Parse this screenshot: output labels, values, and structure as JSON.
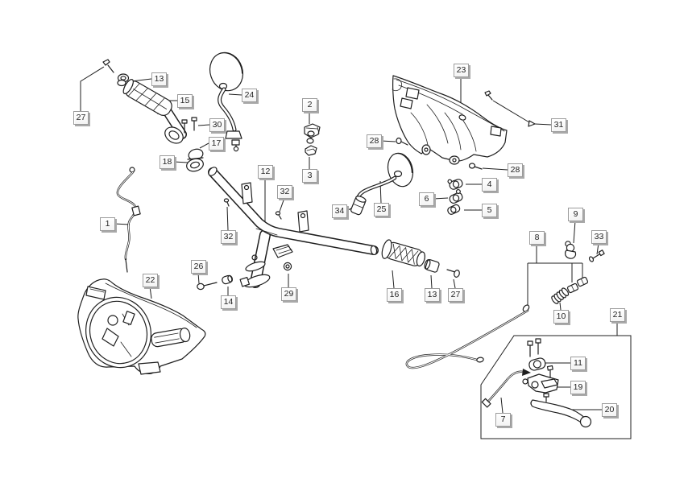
{
  "diagram": {
    "type": "exploded-parts-diagram",
    "background": "#ffffff",
    "line_color": "#1f1f1f",
    "callout_style": {
      "face": "#ffffff",
      "border": "#9b9b9b",
      "shadow": "#a9a9a9",
      "text": "#232323"
    }
  },
  "callouts": [
    {
      "label": "27"
    },
    {
      "label": "13"
    },
    {
      "label": "15"
    },
    {
      "label": "24"
    },
    {
      "label": "30"
    },
    {
      "label": "17"
    },
    {
      "label": "18"
    },
    {
      "label": "2"
    },
    {
      "label": "3"
    },
    {
      "label": "12"
    },
    {
      "label": "32"
    },
    {
      "label": "32"
    },
    {
      "label": "34"
    },
    {
      "label": "1"
    },
    {
      "label": "23"
    },
    {
      "label": "31"
    },
    {
      "label": "28"
    },
    {
      "label": "28"
    },
    {
      "label": "4"
    },
    {
      "label": "6"
    },
    {
      "label": "5"
    },
    {
      "label": "25"
    },
    {
      "label": "9"
    },
    {
      "label": "8"
    },
    {
      "label": "33"
    },
    {
      "label": "26"
    },
    {
      "label": "22"
    },
    {
      "label": "14"
    },
    {
      "label": "29"
    },
    {
      "label": "16"
    },
    {
      "label": "13"
    },
    {
      "label": "27"
    },
    {
      "label": "10"
    },
    {
      "label": "21"
    },
    {
      "label": "11"
    },
    {
      "label": "19"
    },
    {
      "label": "20"
    },
    {
      "label": "7"
    }
  ]
}
